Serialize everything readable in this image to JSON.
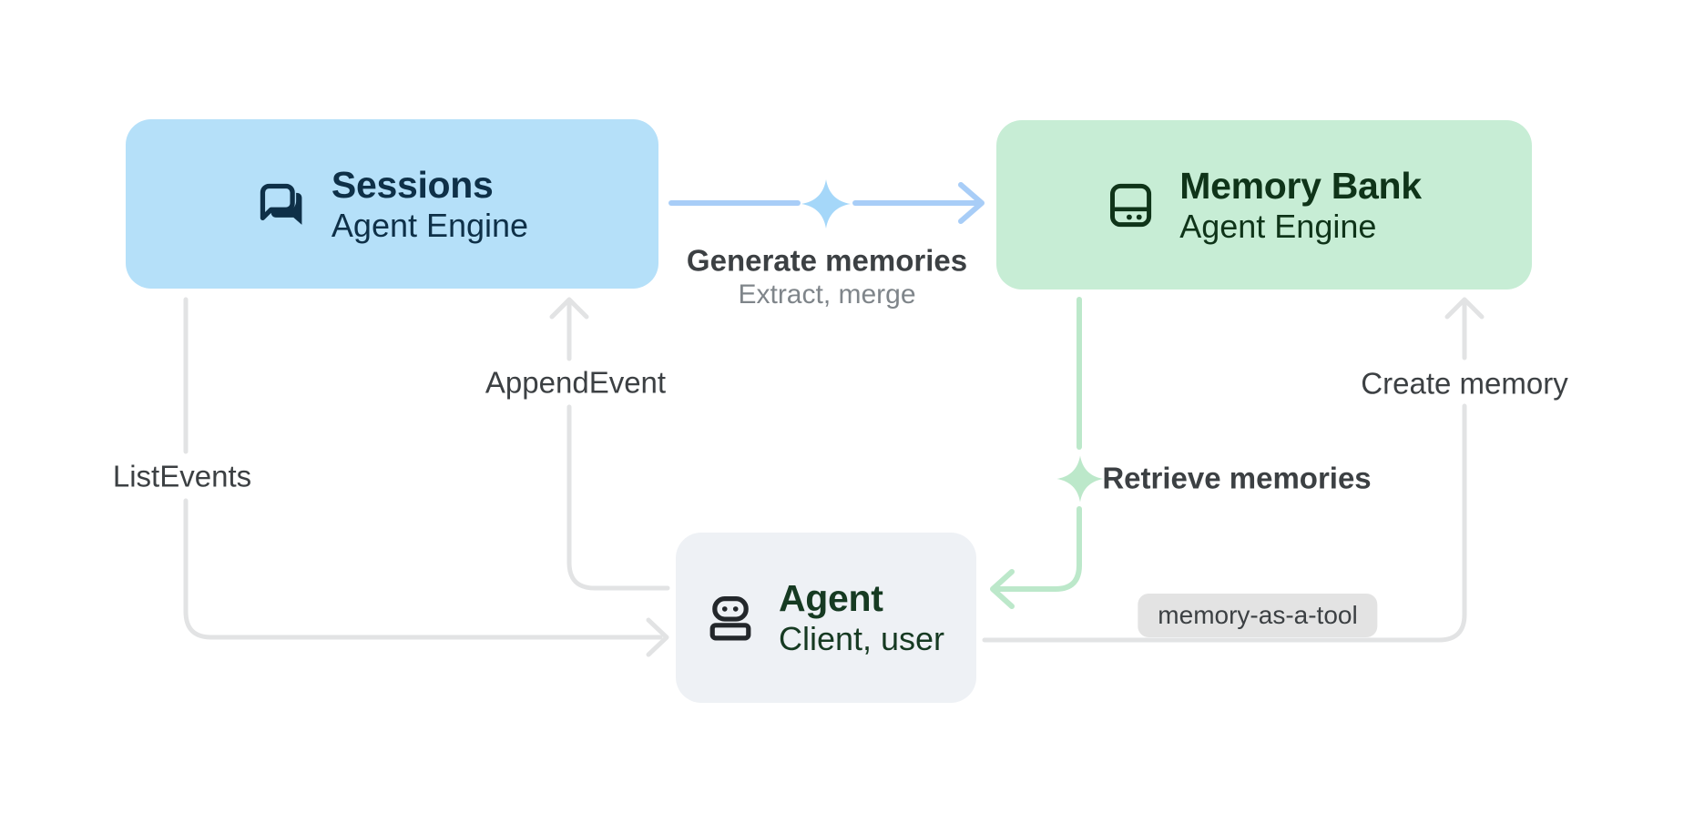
{
  "diagram": {
    "nodes": {
      "sessions": {
        "title": "Sessions",
        "subtitle": "Agent Engine",
        "icon": "chat-forum-icon",
        "bg": "#B5E0F9",
        "fg": "#0E3048"
      },
      "memory_bank": {
        "title": "Memory Bank",
        "subtitle": "Agent Engine",
        "icon": "memory-storage-icon",
        "bg": "#C7EDD5",
        "fg": "#0F3419"
      },
      "agent": {
        "title": "Agent",
        "subtitle": "Client, user",
        "icon": "robot-icon",
        "bg": "#EEF1F5",
        "fg": "#163A22"
      }
    },
    "edges": {
      "generate_memories": {
        "label": "Generate memories",
        "sublabel": "Extract, merge",
        "from": "sessions",
        "to": "memory_bank",
        "color": "#A8CDF7",
        "sparkle_color": "#A5D7F9",
        "sparkle": "sparkle-icon"
      },
      "append_event": {
        "label": "AppendEvent",
        "from": "agent",
        "to": "sessions",
        "color": "#E2E3E4"
      },
      "list_events": {
        "label": "ListEvents",
        "from": "sessions",
        "to": "agent",
        "color": "#E2E3E4"
      },
      "retrieve_memories": {
        "label": "Retrieve memories",
        "from": "memory_bank",
        "to": "agent",
        "color": "#BCE8CA",
        "sparkle_color": "#BCE8CA",
        "sparkle": "sparkle-icon"
      },
      "create_memory": {
        "label": "Create memory",
        "badge": "memory-as-a-tool",
        "from": "agent",
        "to": "memory_bank",
        "color": "#E2E3E4",
        "badge_bg": "#E3E3E3"
      }
    },
    "label_colors": {
      "primary": "#3C4043",
      "secondary": "#7F858A"
    },
    "background": "#FFFFFF"
  }
}
